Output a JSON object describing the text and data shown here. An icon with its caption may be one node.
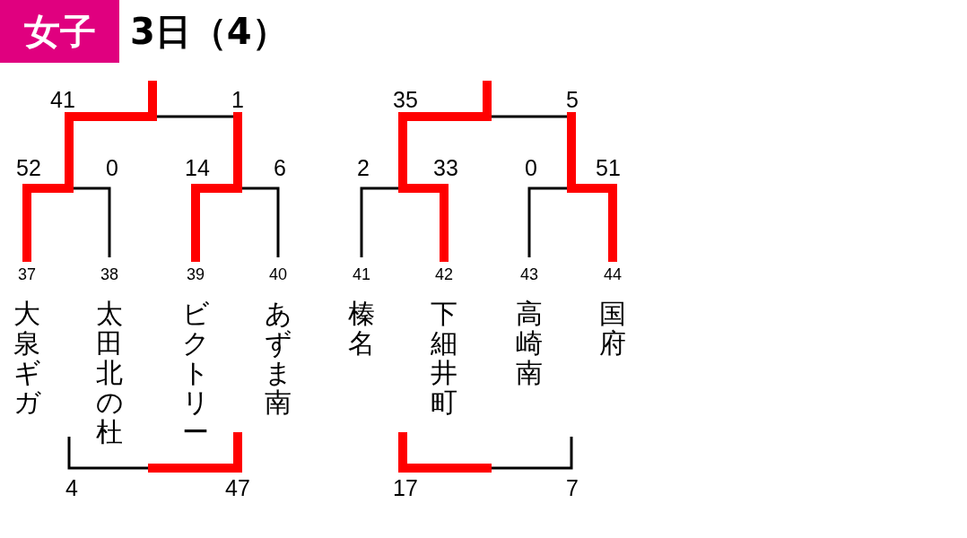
{
  "diagram": {
    "title": "3日（4）",
    "nodes": [
      {
        "text": [
          "女子"
        ]
      },
      {
        "text": [
          "大泉ギガ"
        ],
        "beside": [
          "37"
        ]
      },
      {
        "text": [
          "太田北の杜"
        ],
        "beside": [
          "38"
        ]
      },
      {
        "text": [
          "ビクトリー"
        ],
        "beside": [
          "39"
        ]
      },
      {
        "text": [
          "あずま南"
        ],
        "beside": [
          "40"
        ]
      },
      {
        "text": [
          "榛名"
        ],
        "beside": [
          "41"
        ]
      },
      {
        "text": [
          "下細井町"
        ],
        "beside": [
          "42"
        ]
      },
      {
        "text": [
          "高崎南"
        ],
        "beside": [
          "43"
        ]
      },
      {
        "text": [
          "国府"
        ],
        "beside": [
          "44"
        ]
      }
    ],
    "labels": [
      "41",
      "1",
      "35",
      "5",
      "52",
      "0",
      "14",
      "6",
      "2",
      "33",
      "0",
      "51",
      "4",
      "47",
      "17",
      "7"
    ]
  }
}
